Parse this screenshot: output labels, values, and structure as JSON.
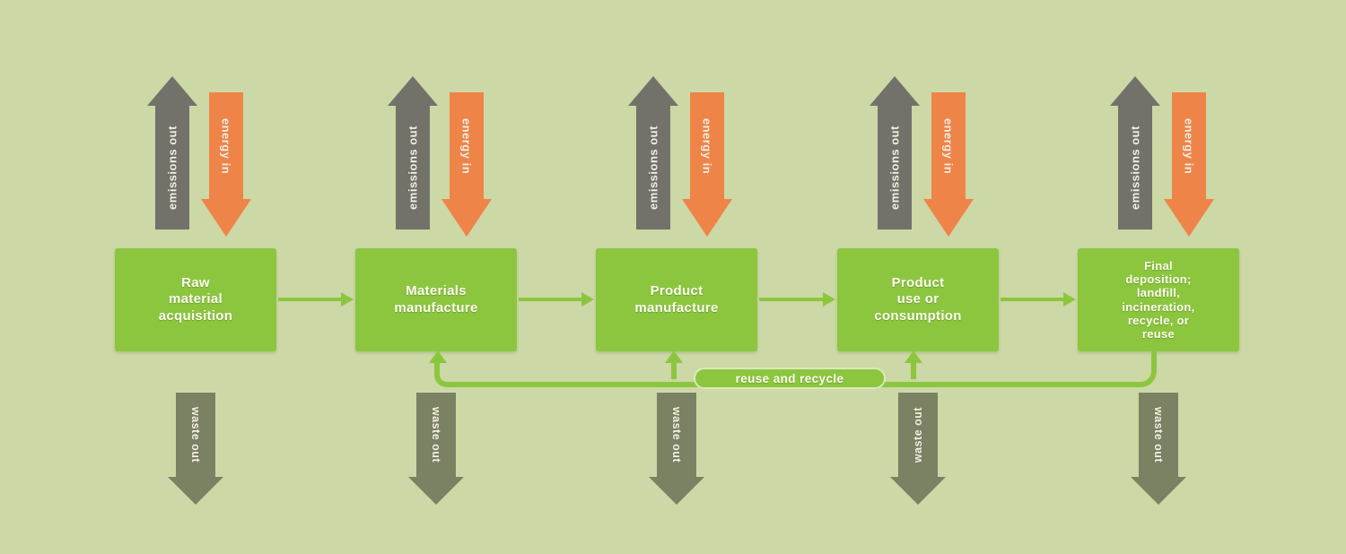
{
  "diagram": {
    "type": "life-cycle-flow",
    "colors": {
      "background": "#ccd8a5",
      "stage_green": "#8cc63f",
      "energy_orange": "#ef8449",
      "emissions_gray": "#72726a",
      "waste_olive": "#7a8263",
      "label_white": "#fdfdf2"
    },
    "flow_labels": {
      "emissions_out": "emissions out",
      "energy_in": "energy in",
      "waste_out": "waste out"
    },
    "reuse": {
      "label": "reuse and recycle"
    },
    "stages": [
      {
        "label": "Raw\nmaterial\nacquisition"
      },
      {
        "label": "Materials\nmanufacture"
      },
      {
        "label": "Product\nmanufacture"
      },
      {
        "label": "Product\nuse or\nconsumption"
      },
      {
        "label": "Final\ndeposition;\nlandfill,\nincineration,\nrecycle, or\nreuse"
      }
    ]
  }
}
